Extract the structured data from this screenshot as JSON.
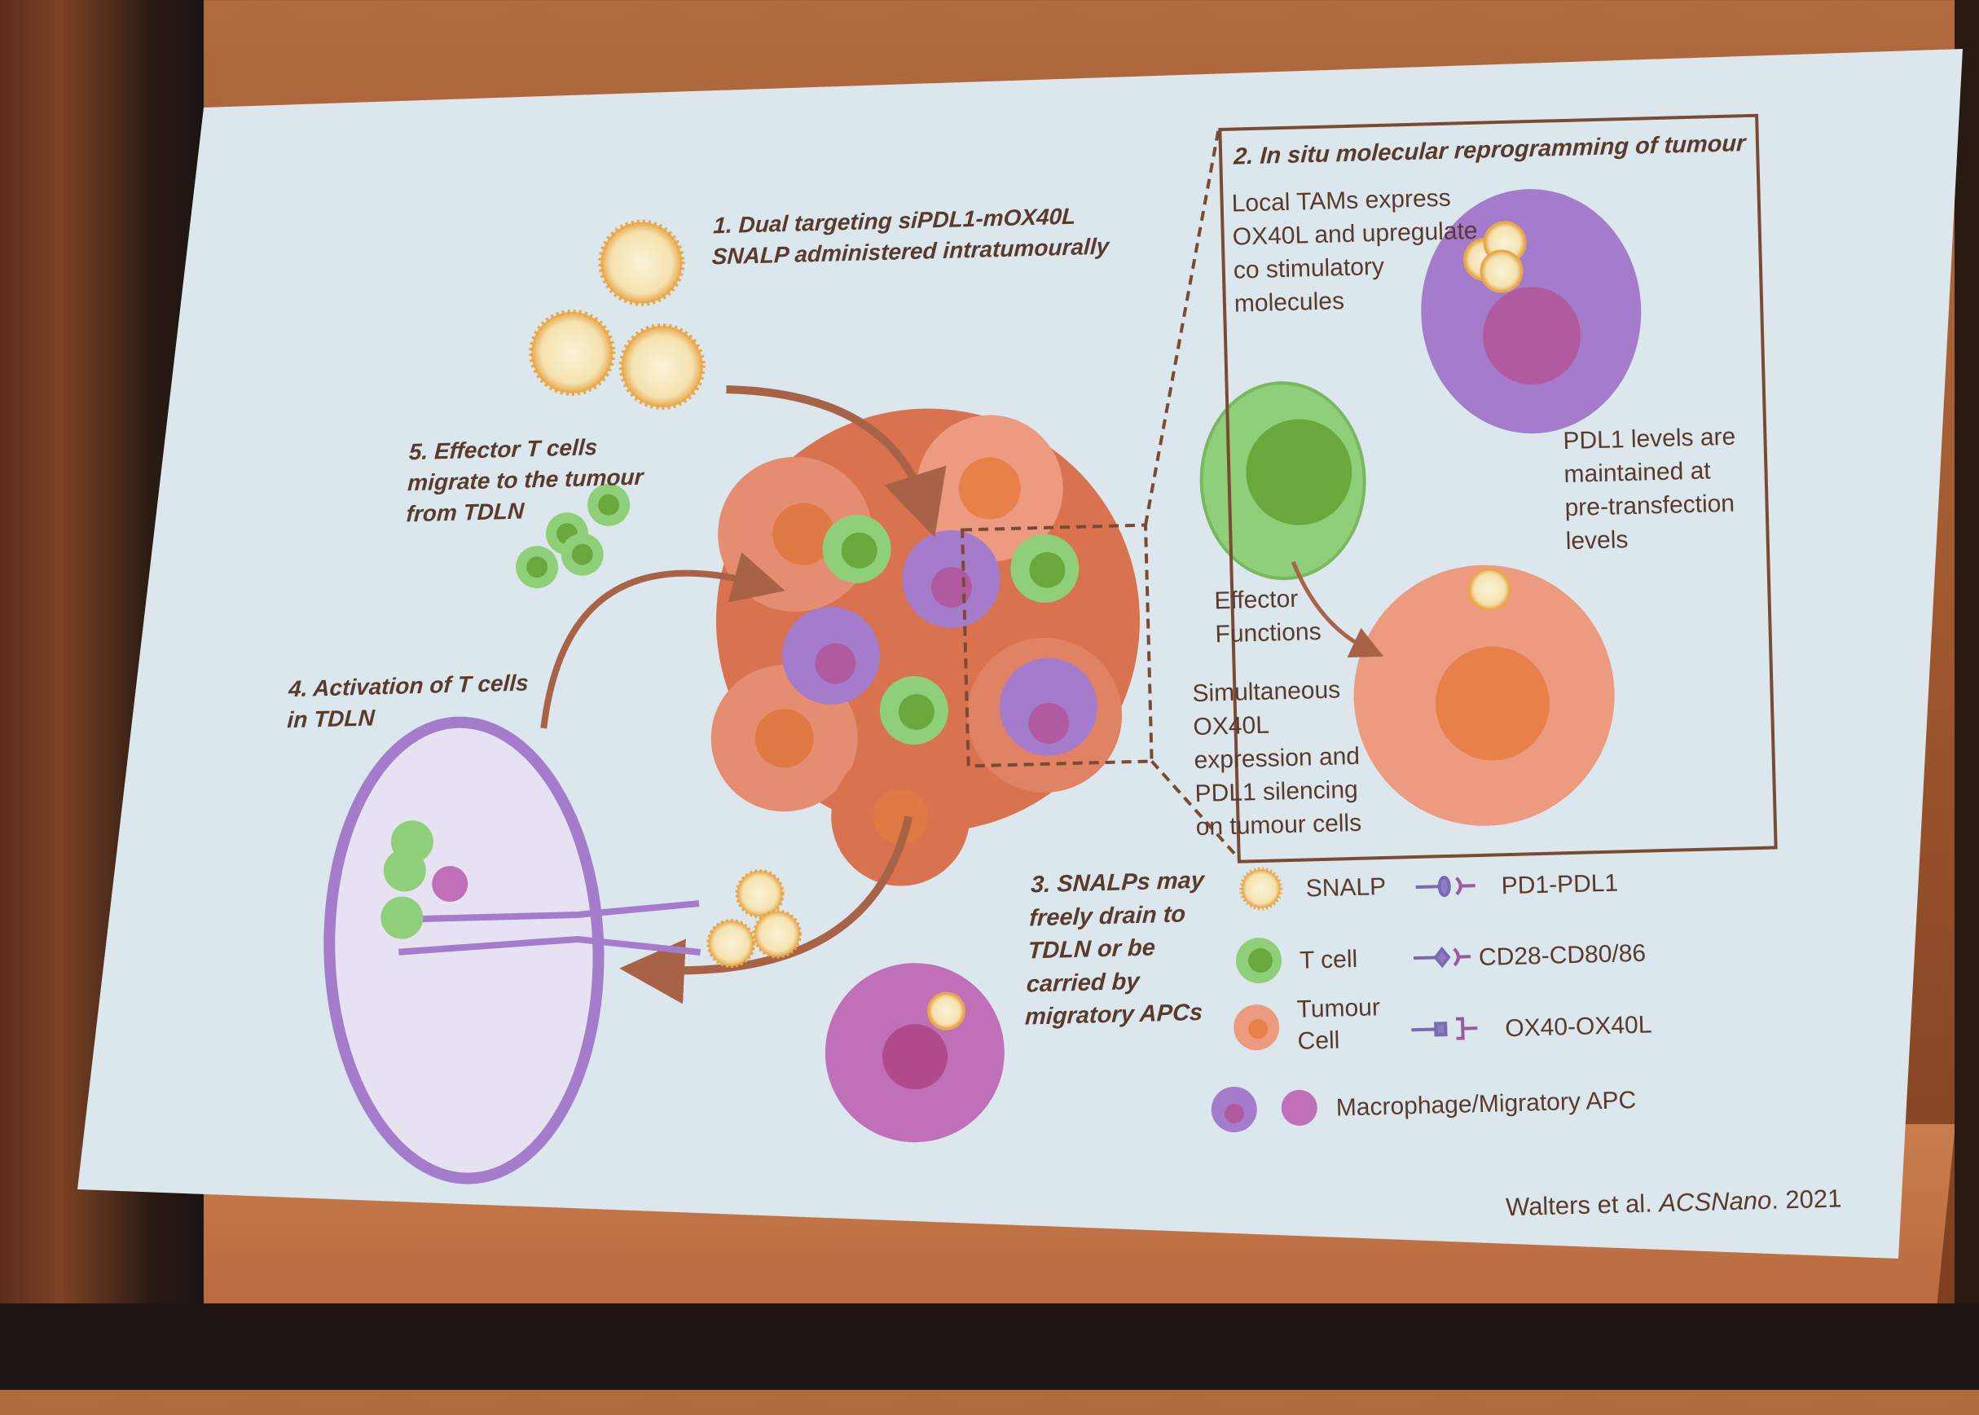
{
  "slide": {
    "step1": [
      "1. Dual targeting siPDL1-mOX40L",
      "SNALP administered intratumourally"
    ],
    "step2_title": "2. In situ molecular reprogramming of tumour",
    "step2_text": [
      "Local TAMs express",
      "OX40L and upregulate",
      "co stimulatory",
      "molecules"
    ],
    "pdl1_note": [
      "PDL1 levels are",
      "maintained at",
      "pre-transfection",
      "levels"
    ],
    "effector": [
      "Effector",
      "Functions"
    ],
    "simultaneous": [
      "Simultaneous",
      "OX40L",
      "expression  and",
      "PDL1 silencing",
      "on tumour cells"
    ],
    "step3": [
      "3. SNALPs may",
      "freely drain to",
      "TDLN or be",
      "carried by",
      "migratory APCs"
    ],
    "step4": [
      "4. Activation of T cells",
      "in TDLN"
    ],
    "step5": [
      "5. Effector T cells",
      "migrate to the tumour",
      "from TDLN"
    ],
    "legend": {
      "snalp": "SNALP",
      "tcell": "T cell",
      "tumour": [
        "Tumour",
        "Cell"
      ],
      "macrophage": "Macrophage/Migratory APC",
      "pd1": "PD1-PDL1",
      "cd28": "CD28-CD80/86",
      "ox40": "OX40-OX40L"
    },
    "citation": {
      "authors": "Walters et al.",
      "journal": "ACSNano",
      "year": ". 2021"
    }
  },
  "colors": {
    "tumour": "#e9856a",
    "tumour_nucleus": "#e8804a",
    "tcell": "#8fcf7a",
    "tcell_nucleus": "#6aa83e",
    "macrophage": "#a57ccc",
    "apc": "#c070b8",
    "snalp": "#e8a84a",
    "arrow": "#a86246",
    "text": "#5a3a2c"
  }
}
